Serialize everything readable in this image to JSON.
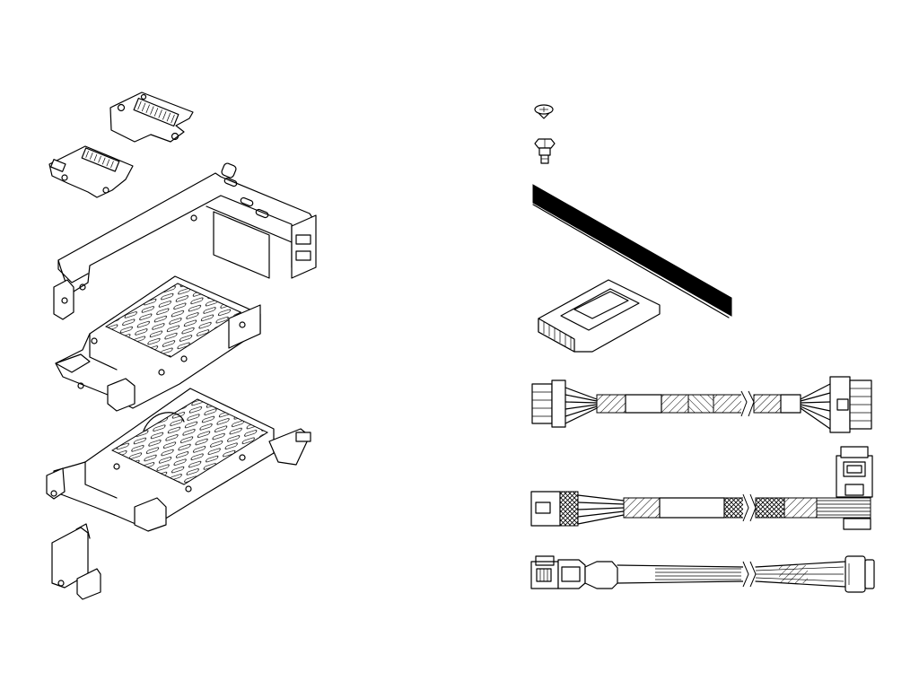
{
  "figure": {
    "kind": "exploded-parts-line-drawing",
    "stroke_color": "#000000",
    "background_color": "#ffffff",
    "parts_left": [
      {
        "name": "small-riser-card-top",
        "icon": "riser-card-icon"
      },
      {
        "name": "small-riser-card-left",
        "icon": "riser-card-icon"
      },
      {
        "name": "riser-bracket",
        "icon": "bracket-icon"
      },
      {
        "name": "drive-cage-upper",
        "icon": "drive-cage-icon"
      },
      {
        "name": "drive-cage-lower",
        "icon": "drive-cage-icon"
      },
      {
        "name": "mounting-clip",
        "icon": "clip-icon"
      }
    ],
    "parts_right": [
      {
        "name": "screw-flat",
        "icon": "screw-icon"
      },
      {
        "name": "screw-standoff",
        "icon": "screw-icon"
      },
      {
        "name": "thermal-pad-strip",
        "icon": "pad-strip-icon"
      },
      {
        "name": "drive-filler",
        "icon": "filler-icon"
      },
      {
        "name": "power-cable",
        "icon": "cable-icon"
      },
      {
        "name": "signal-cable-right-angle",
        "icon": "cable-icon"
      },
      {
        "name": "signal-cable-straight",
        "icon": "cable-icon"
      }
    ]
  }
}
